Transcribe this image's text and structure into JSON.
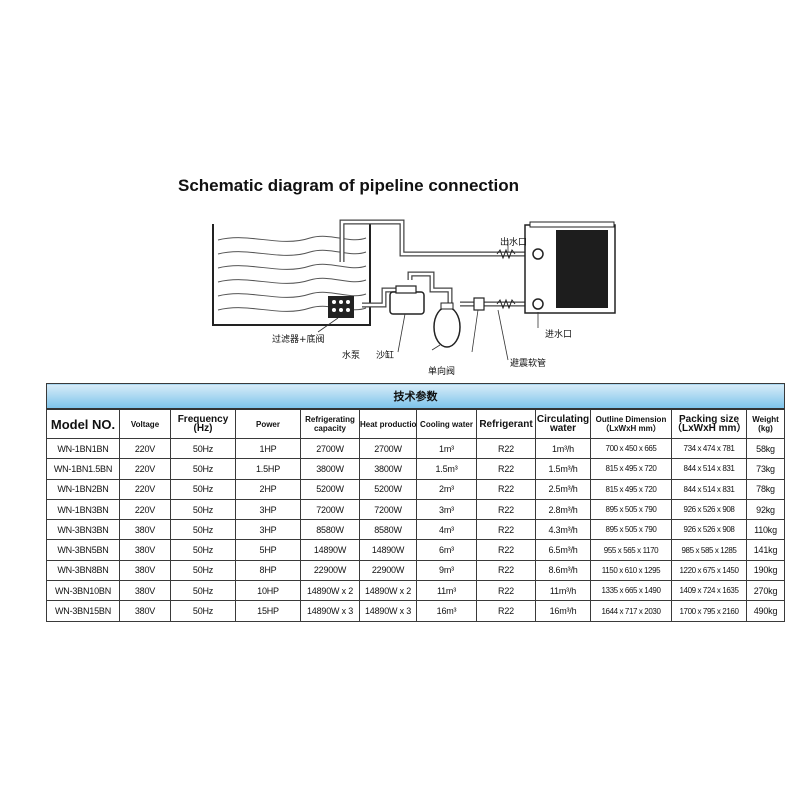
{
  "diagram": {
    "title": "Schematic diagram of pipeline connection",
    "labels": {
      "outlet": "出水口",
      "inlet": "进水口",
      "filter": "过滤器+底阀",
      "pump": "水泵",
      "sand_tank": "沙缸",
      "check_valve": "单向阀",
      "hose": "避震软管"
    }
  },
  "table": {
    "banner": "技术参数",
    "headers": {
      "model": "Model NO.",
      "voltage": "Voltage",
      "frequency": "Frequency",
      "frequency_unit": "(Hz)",
      "power": "Power",
      "refrigerating": "Refrigerating",
      "refrigerating2": "capacity",
      "heat": "Heat production",
      "cooling": "Cooling water",
      "refrigerant": "Refrigerant",
      "circulating": "Circulating",
      "circulating2": "water",
      "outline": "Outline Dimension",
      "outline2": "（LxWxH mm）",
      "packing": "Packing size",
      "packing2": "（LxWxH mm）",
      "weight": "Weight",
      "weight2": "(kg)"
    },
    "rows": [
      {
        "model": "WN-1BN1BN",
        "voltage": "220V",
        "freq": "50Hz",
        "power": "1HP",
        "refrig": "2700W",
        "heat": "2700W",
        "cooling": "1m³",
        "refrigerant": "R22",
        "circ": "1m³/h",
        "outline": "700 x 450 x 665",
        "packing": "734 x 474 x 781",
        "weight": "58kg"
      },
      {
        "model": "WN-1BN1.5BN",
        "voltage": "220V",
        "freq": "50Hz",
        "power": "1.5HP",
        "refrig": "3800W",
        "heat": "3800W",
        "cooling": "1.5m³",
        "refrigerant": "R22",
        "circ": "1.5m³/h",
        "outline": "815 x 495 x 720",
        "packing": "844 x 514 x 831",
        "weight": "73kg"
      },
      {
        "model": "WN-1BN2BN",
        "voltage": "220V",
        "freq": "50Hz",
        "power": "2HP",
        "refrig": "5200W",
        "heat": "5200W",
        "cooling": "2m³",
        "refrigerant": "R22",
        "circ": "2.5m³/h",
        "outline": "815 x 495 x 720",
        "packing": "844 x 514 x 831",
        "weight": "78kg"
      },
      {
        "model": "WN-1BN3BN",
        "voltage": "220V",
        "freq": "50Hz",
        "power": "3HP",
        "refrig": "7200W",
        "heat": "7200W",
        "cooling": "3m³",
        "refrigerant": "R22",
        "circ": "2.8m³/h",
        "outline": "895 x 505 x 790",
        "packing": "926 x 526 x 908",
        "weight": "92kg"
      },
      {
        "model": "WN-3BN3BN",
        "voltage": "380V",
        "freq": "50Hz",
        "power": "3HP",
        "refrig": "8580W",
        "heat": "8580W",
        "cooling": "4m³",
        "refrigerant": "R22",
        "circ": "4.3m³/h",
        "outline": "895 x 505 x 790",
        "packing": "926 x 526 x 908",
        "weight": "110kg"
      },
      {
        "model": "WN-3BN5BN",
        "voltage": "380V",
        "freq": "50Hz",
        "power": "5HP",
        "refrig": "14890W",
        "heat": "14890W",
        "cooling": "6m³",
        "refrigerant": "R22",
        "circ": "6.5m³/h",
        "outline": "955 x 565 x 1170",
        "packing": "985 x 585 x 1285",
        "weight": "141kg"
      },
      {
        "model": "WN-3BN8BN",
        "voltage": "380V",
        "freq": "50Hz",
        "power": "8HP",
        "refrig": "22900W",
        "heat": "22900W",
        "cooling": "9m³",
        "refrigerant": "R22",
        "circ": "8.6m³/h",
        "outline": "1150 x 610 x 1295",
        "packing": "1220 x 675 x 1450",
        "weight": "190kg"
      },
      {
        "model": "WN-3BN10BN",
        "voltage": "380V",
        "freq": "50Hz",
        "power": "10HP",
        "refrig": "14890W x 2",
        "heat": "14890W x 2",
        "cooling": "11m³",
        "refrigerant": "R22",
        "circ": "11m³/h",
        "outline": "1335 x 665 x 1490",
        "packing": "1409 x 724 x 1635",
        "weight": "270kg"
      },
      {
        "model": "WN-3BN15BN",
        "voltage": "380V",
        "freq": "50Hz",
        "power": "15HP",
        "refrig": "14890W x 3",
        "heat": "14890W x 3",
        "cooling": "16m³",
        "refrigerant": "R22",
        "circ": "16m³/h",
        "outline": "1644 x 717 x 2030",
        "packing": "1700 x 795 x 2160",
        "weight": "490kg"
      }
    ]
  }
}
